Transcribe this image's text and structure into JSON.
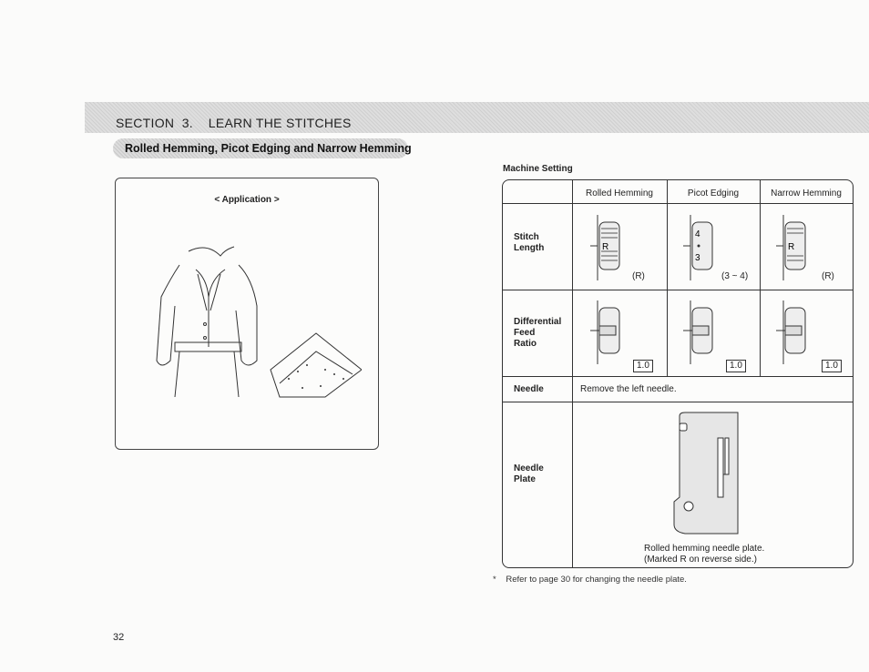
{
  "header": {
    "section": "SECTION  3.    LEARN THE STITCHES",
    "subtitle": "Rolled Hemming, Picot Edging and Narrow Hemming"
  },
  "application": {
    "label": "< Application >"
  },
  "machine_setting": {
    "label": "Machine Setting",
    "columns": [
      "Rolled Hemming",
      "Picot Edging",
      "Narrow Hemming"
    ],
    "stitch_length": {
      "label": "Stitch\nLength",
      "values": [
        "(R)",
        "(3 ~ 4)",
        "(R)"
      ],
      "dial_marks": [
        "R",
        "4",
        "3",
        "R"
      ]
    },
    "differential_feed": {
      "label": "Differential\nFeed\nRatio",
      "values": [
        "1.0",
        "1.0",
        "1.0"
      ]
    },
    "needle": {
      "label": "Needle",
      "value": "Remove the left needle."
    },
    "needle_plate": {
      "label": "Needle\nPlate",
      "caption_line1": "Rolled hemming needle plate.",
      "caption_line2": "(Marked R on reverse side.)"
    }
  },
  "footnote": "Refer to page 30 for changing the needle plate.",
  "page_number": "32"
}
